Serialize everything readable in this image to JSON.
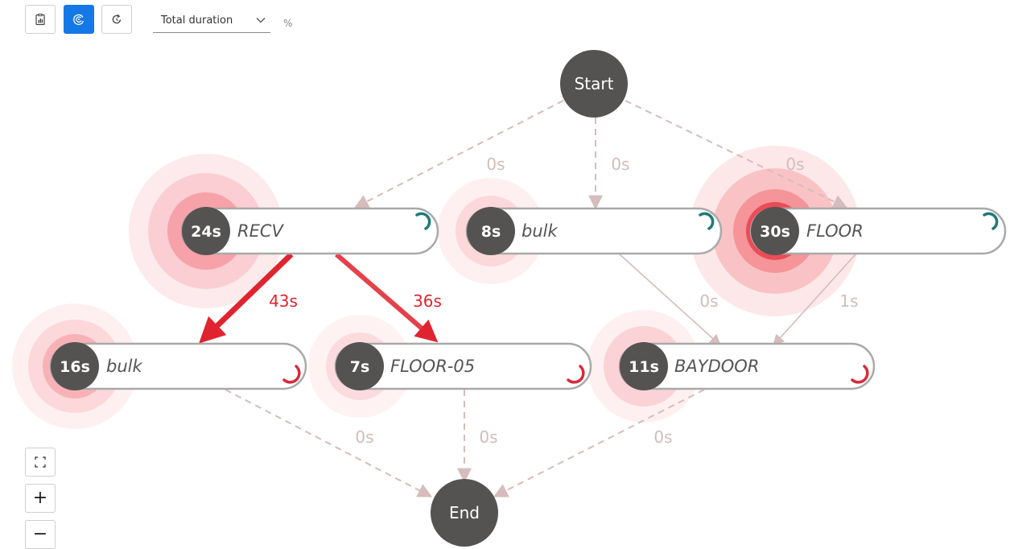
{
  "toolbar": {
    "buttons": [
      {
        "name": "report-icon-button",
        "icon": "clipboard-icon",
        "active": false
      },
      {
        "name": "frequency-view-button",
        "icon": "radar-icon",
        "active": true
      },
      {
        "name": "refresh-view-button",
        "icon": "refresh-icon",
        "active": false
      }
    ],
    "metric_value": "Total duration",
    "percent_label": "%"
  },
  "zoom_controls": {
    "fit": "fit-screen-icon",
    "zoom_in": "+",
    "zoom_out": "−"
  },
  "graph": {
    "start_label": "Start",
    "end_label": "End",
    "activities": [
      {
        "id": "recv",
        "duration": "24s",
        "label": "RECV",
        "status": "teal",
        "heat": 0.8
      },
      {
        "id": "bulk1",
        "duration": "8s",
        "label": "bulk",
        "status": "teal",
        "heat": 0.27
      },
      {
        "id": "floor",
        "duration": "30s",
        "label": "FLOOR",
        "status": "teal",
        "heat": 1.0
      },
      {
        "id": "bulk2",
        "duration": "16s",
        "label": "bulk",
        "status": "red",
        "heat": 0.53
      },
      {
        "id": "floor05",
        "duration": "7s",
        "label": "FLOOR-05",
        "status": "red",
        "heat": 0.23
      },
      {
        "id": "baydoor",
        "duration": "11s",
        "label": "BAYDOOR",
        "status": "red",
        "heat": 0.37
      }
    ],
    "edges": [
      {
        "id": "start-recv",
        "label": "0s"
      },
      {
        "id": "start-bulk1",
        "label": "0s"
      },
      {
        "id": "start-floor",
        "label": "0s"
      },
      {
        "id": "recv-bulk2",
        "label": "43s"
      },
      {
        "id": "recv-floor05",
        "label": "36s"
      },
      {
        "id": "bulk1-baydoor",
        "label": "0s"
      },
      {
        "id": "floor-baydoor",
        "label": "1s"
      },
      {
        "id": "bulk2-end",
        "label": "0s"
      },
      {
        "id": "floor05-end",
        "label": "0s"
      },
      {
        "id": "baydoor-end",
        "label": "0s"
      }
    ]
  },
  "colors": {
    "node_fill": "#555352",
    "pill_border": "#a9a9a9",
    "teal": "#1f7a7a",
    "status_red": "#d9293a",
    "hot_edge": "#e0242f",
    "faint_edge": "#d6bcbc",
    "halo": "#f26d75"
  }
}
